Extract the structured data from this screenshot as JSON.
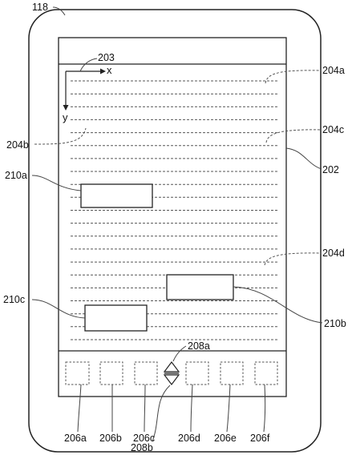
{
  "labels": {
    "device": "118",
    "screen": "202",
    "origin": "203",
    "axis_x": "x",
    "axis_y": "y",
    "line_204a": "204a",
    "line_204b": "204b",
    "line_204c": "204c",
    "line_204d": "204d",
    "box_210a": "210a",
    "box_210b": "210b",
    "box_210c": "210c",
    "arrow_up": "208a",
    "arrow_down": "208b",
    "key_206a": "206a",
    "key_206b": "206b",
    "key_206c": "206c",
    "key_206d": "206d",
    "key_206e": "206e",
    "key_206f": "206f"
  },
  "content": {
    "text_line_count": 21
  },
  "colors": {
    "stroke": "#222222",
    "text_line": "#555555",
    "leader": "#555555"
  }
}
